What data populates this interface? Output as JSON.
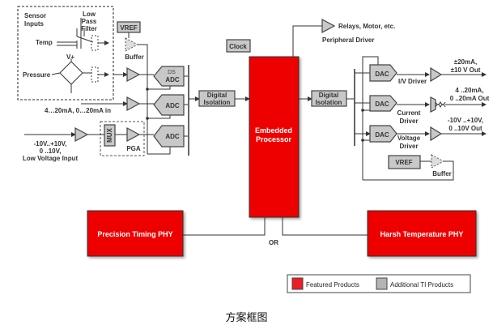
{
  "sensor_block": {
    "title_line1": "Sensor",
    "title_line2": "Inputs",
    "filter_line1": "Low",
    "filter_line2": "Pass",
    "filter_line3": "Filter",
    "temp": "Temp",
    "pressure": "Pressure",
    "vplus": "V+"
  },
  "input_chain": {
    "vref": "VREF",
    "buffer": "Buffer",
    "ds_adc_top": "DS",
    "ds_adc": "ADC",
    "adc2": "ADC",
    "adc3": "ADC",
    "current_in": "4…20mA, 0…20mA in",
    "mux": "MUX",
    "pga": "PGA",
    "low_v_line1": "-10V..+10V,",
    "low_v_line2": "0 ..10V,",
    "low_v_line3": "Low Voltage Input",
    "digital_isolation_line1": "Digital",
    "digital_isolation_line2": "Isolation"
  },
  "processor": {
    "clock": "Clock",
    "line1": "Embedded",
    "line2": "Processor"
  },
  "peripheral": {
    "relays": "Relays, Motor, etc.",
    "driver": "Peripheral Driver"
  },
  "output_chain": {
    "digital_isolation_line1": "Digital",
    "digital_isolation_line2": "Isolation",
    "dac1": "DAC",
    "dac2": "DAC",
    "dac3": "DAC",
    "iv_driver": "I/V Driver",
    "current_driver_1": "Current",
    "current_driver_2": "Driver",
    "voltage_driver_1": "Voltage",
    "voltage_driver_2": "Driver",
    "out1_line1": "±20mA,",
    "out1_line2": "±10 V Out",
    "out2_line1": "4 ..20mA,",
    "out2_line2": "0 ..20mA Out",
    "out3_line1": "-10V ..+10V,",
    "out3_line2": "0 ..10V Out",
    "vref": "VREF",
    "buffer": "Buffer"
  },
  "phy": {
    "left": "Precision Timing PHY",
    "right": "Harsh Temperature PHY",
    "or": "OR"
  },
  "legend": {
    "featured": "Featured Products",
    "additional": "Additional TI Products",
    "featured_color": "#ee1c24",
    "additional_color": "#b4b4b4"
  },
  "caption": "方案框图"
}
